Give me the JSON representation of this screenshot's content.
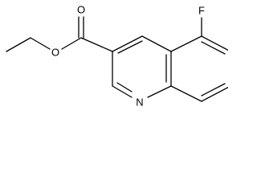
{
  "molecule": {
    "atoms": {
      "oxygen_carbonyl": "O",
      "oxygen_ester": "O",
      "fluorine": "F",
      "nitrogen": "N"
    }
  }
}
